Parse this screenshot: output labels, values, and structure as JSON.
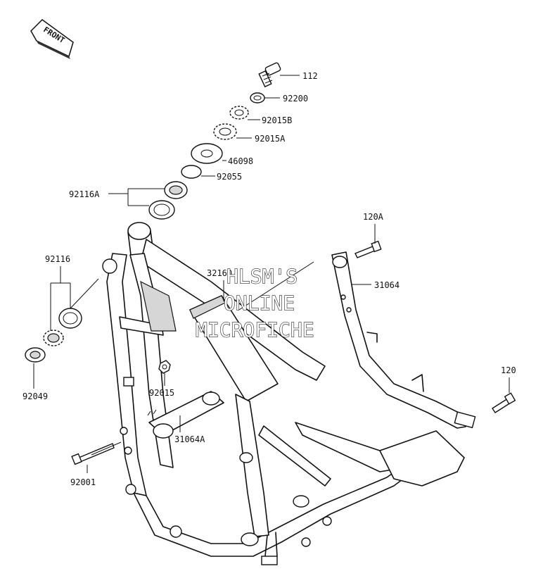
{
  "front_indicator": {
    "text": "FRONT"
  },
  "watermark": {
    "line1": "HLSM'S",
    "line2": "ONLINE",
    "line3": "MICROFICHE"
  },
  "callouts": [
    {
      "id": "c112",
      "text": "112"
    },
    {
      "id": "c92200",
      "text": "92200"
    },
    {
      "id": "c92015b",
      "text": "92015B"
    },
    {
      "id": "c92015a",
      "text": "92015A"
    },
    {
      "id": "c46098",
      "text": "46098"
    },
    {
      "id": "c92055",
      "text": "92055"
    },
    {
      "id": "c92116a",
      "text": "92116A"
    },
    {
      "id": "c120a",
      "text": "120A"
    },
    {
      "id": "c32160",
      "text": "32160"
    },
    {
      "id": "c31064",
      "text": "31064"
    },
    {
      "id": "c92116",
      "text": "92116"
    },
    {
      "id": "c92049",
      "text": "92049"
    },
    {
      "id": "c92015",
      "text": "92015"
    },
    {
      "id": "c31064a",
      "text": "31064A"
    },
    {
      "id": "c120",
      "text": "120"
    },
    {
      "id": "c92001",
      "text": "92001"
    }
  ]
}
